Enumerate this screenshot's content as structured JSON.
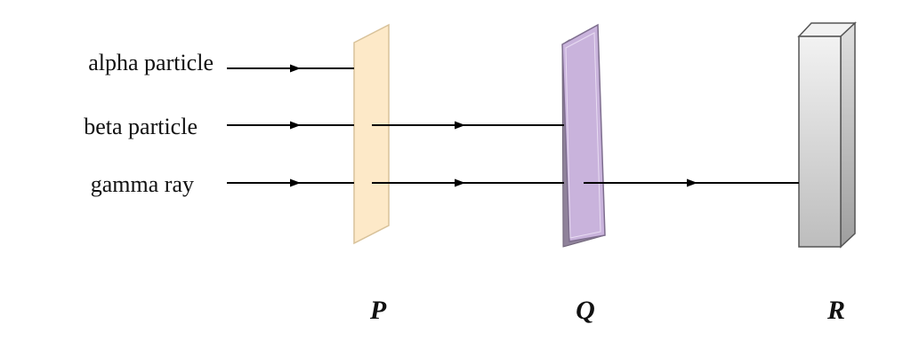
{
  "particles": [
    {
      "label": "alpha particle",
      "stops_at": "P"
    },
    {
      "label": "beta particle",
      "stops_at": "Q"
    },
    {
      "label": "gamma ray",
      "stops_at": "R"
    }
  ],
  "barriers": [
    {
      "label": "P",
      "color": "#fde9c8"
    },
    {
      "label": "Q",
      "color": "#c9b3dc"
    },
    {
      "label": "R",
      "color": "#d9d9d9"
    }
  ]
}
